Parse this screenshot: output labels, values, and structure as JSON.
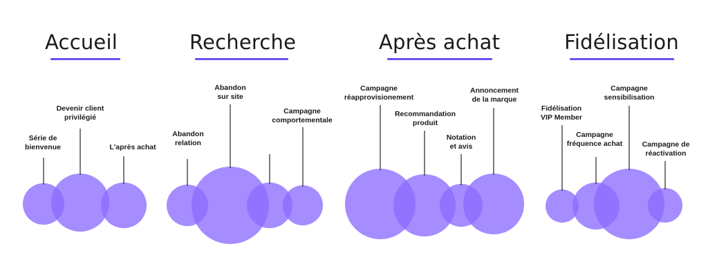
{
  "accent_color": "#6a4ff2",
  "circle_color": "#8c6cff",
  "line_color": "#222222",
  "sections": [
    {
      "title": "Accueil",
      "items": [
        {
          "label_lines": [
            "Série de",
            "bienvenue"
          ]
        },
        {
          "label_lines": [
            "Devenir client",
            "privilégié"
          ]
        },
        {
          "label_lines": [
            "L'après achat"
          ]
        }
      ]
    },
    {
      "title": "Recherche",
      "items": [
        {
          "label_lines": [
            "Abandon",
            "relation"
          ]
        },
        {
          "label_lines": [
            "Abandon",
            "sur site"
          ]
        },
        {
          "label_lines": []
        },
        {
          "label_lines": [
            "Campagne",
            "comportementale"
          ]
        }
      ]
    },
    {
      "title": "Après achat",
      "items": [
        {
          "label_lines": [
            "Campagne",
            "réapprovisionement"
          ]
        },
        {
          "label_lines": [
            "Recommandation",
            "produit"
          ]
        },
        {
          "label_lines": [
            "Notation",
            "et avis"
          ]
        },
        {
          "label_lines": [
            "Annoncement",
            "de la marque"
          ]
        }
      ]
    },
    {
      "title": "Fidélisation",
      "items": [
        {
          "label_lines": [
            "Fidélisation",
            "VIP Member"
          ]
        },
        {
          "label_lines": [
            "Campagne",
            "fréquence achat"
          ]
        },
        {
          "label_lines": [
            "Campagne",
            "sensibilisation"
          ]
        },
        {
          "label_lines": [
            "Campagne de",
            "réactivation"
          ]
        }
      ]
    }
  ]
}
